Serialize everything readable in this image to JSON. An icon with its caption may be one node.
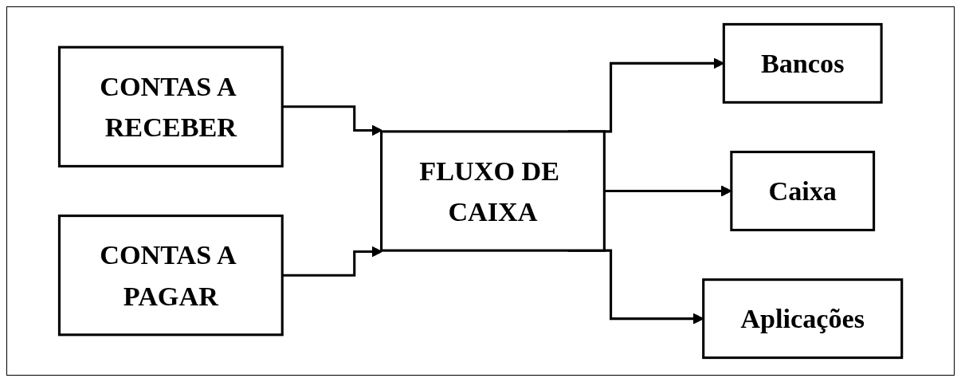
{
  "diagram": {
    "nodes": [
      {
        "text": [
          "CONTAS A RECEBER"
        ]
      },
      {
        "text": [
          "CONTAS A PAGAR"
        ]
      },
      {
        "text": [
          "FLUXO DE CAIXA"
        ]
      },
      {
        "text": [
          "Bancos"
        ]
      },
      {
        "text": [
          "Caixa"
        ]
      },
      {
        "text": [
          "Aplicações"
        ]
      }
    ],
    "edges": [
      {
        "from": 0,
        "to": 2,
        "arrow": "to"
      },
      {
        "from": 1,
        "to": 2,
        "arrow": "to"
      },
      {
        "from": 2,
        "to": 3,
        "arrow": "to"
      },
      {
        "from": 2,
        "to": 4,
        "arrow": "to"
      },
      {
        "from": 2,
        "to": 5,
        "arrow": "to"
      }
    ]
  }
}
